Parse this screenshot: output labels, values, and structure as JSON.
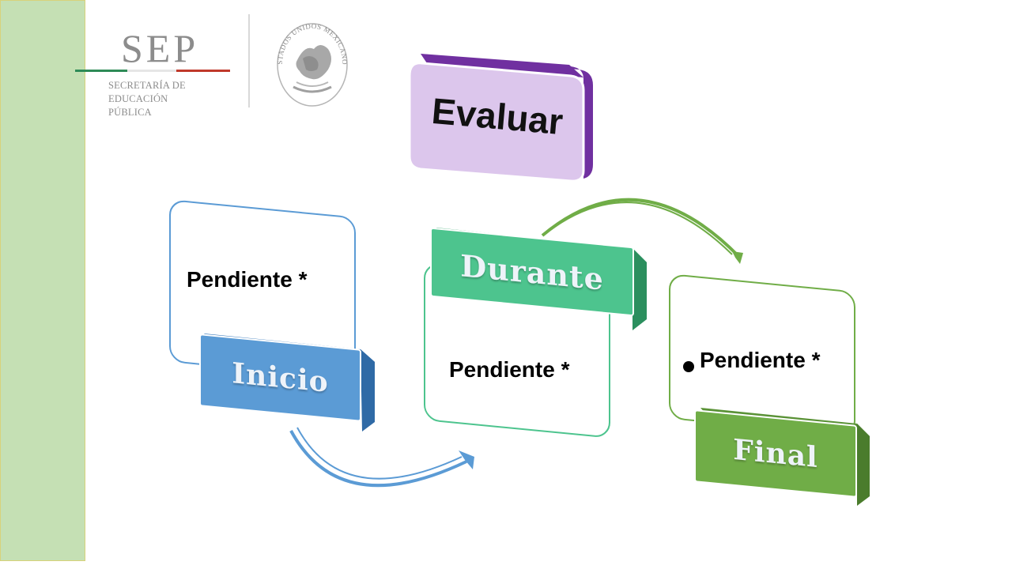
{
  "logo": {
    "acronym": "SEP",
    "subtitle_line1": "SECRETARÍA DE",
    "subtitle_line2": "EDUCACIÓN PÚBLICA",
    "seal_text": "ESTADOS UNIDOS MEXICANOS"
  },
  "title": "Evaluar",
  "stages": [
    {
      "label": "Inicio",
      "text": "Pendiente *",
      "color": "#5b9bd5"
    },
    {
      "label": "Durante",
      "text": "Pendiente *",
      "color": "#4dc48e"
    },
    {
      "label": "Final",
      "text": "Pendiente *",
      "color": "#70ad47"
    }
  ],
  "colors": {
    "sidebar": "#c5e0b4",
    "evaluar_fill": "#dcc6ec",
    "evaluar_edge": "#7030a0",
    "flag_green": "#2e8b57",
    "flag_red": "#c0392b"
  }
}
